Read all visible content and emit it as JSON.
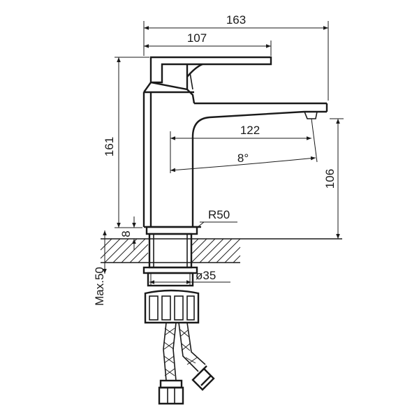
{
  "dimensions": {
    "overall_width": "163",
    "handle_width": "107",
    "overall_height": "161",
    "spout_reach": "122",
    "spout_angle": "8°",
    "spout_height": "106",
    "base_radius": "R50",
    "base_offset": "8",
    "thread_diameter": "ø35",
    "max_deck_thickness": "Max.50"
  },
  "colors": {
    "line": "#1a1a1a",
    "background": "#ffffff"
  }
}
